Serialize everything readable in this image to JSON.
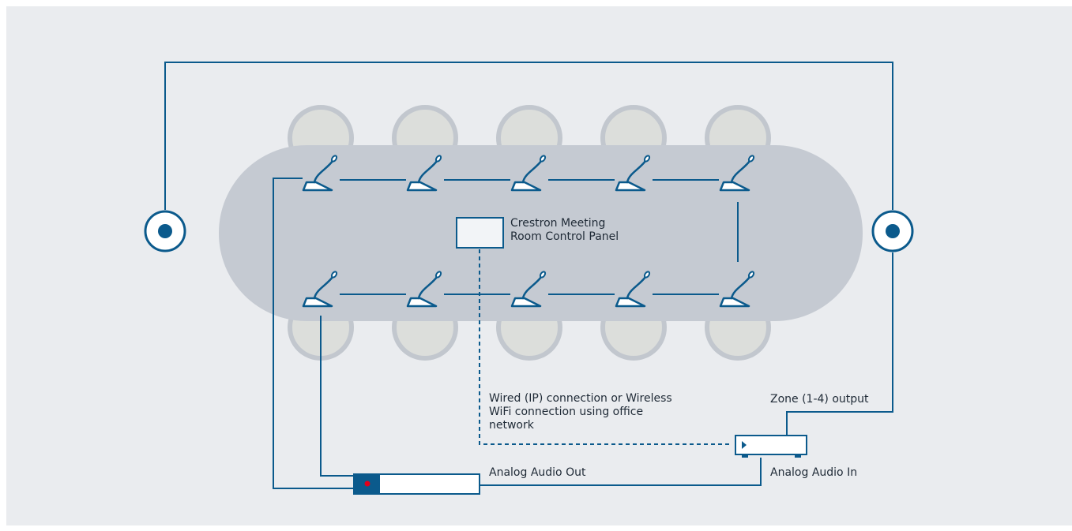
{
  "labels": {
    "panel": [
      "Crestron Meeting",
      "Room Control Panel"
    ],
    "network": [
      "Wired (IP) connection or Wireless",
      "WiFi connection using office",
      "network"
    ],
    "zone_output": "Zone (1-4) output",
    "analog_out": "Analog Audio Out",
    "analog_in": "Analog Audio In"
  },
  "seats_per_side": 5,
  "microphones_per_row": 5,
  "colors": {
    "background": "#eaecef",
    "table": "#c5cad2",
    "chair": "#dcdedb",
    "chair_outline": "#c2c7ce",
    "line": "#0b5a8c",
    "text": "#1f2a36",
    "indicator": "#e2001a"
  }
}
